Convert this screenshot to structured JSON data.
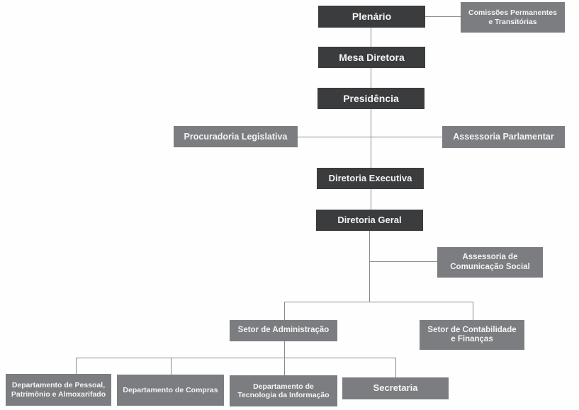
{
  "diagram": {
    "type": "org-chart",
    "colors": {
      "primary_box": "#3b3c3e",
      "secondary_box": "#7b7d80",
      "connector": "#8a8a8a",
      "text": "#f4f4f4"
    },
    "nodes": [
      {
        "id": "plenario",
        "label": "Plenário",
        "style": "dark",
        "parent": null
      },
      {
        "id": "comissoes",
        "label": "Comissões Permanentes\ne Transitórias",
        "style": "light",
        "parent": "plenario"
      },
      {
        "id": "mesa",
        "label": "Mesa Diretora",
        "style": "dark",
        "parent": "plenario"
      },
      {
        "id": "presidencia",
        "label": "Presidência",
        "style": "dark",
        "parent": "mesa"
      },
      {
        "id": "procuradoria",
        "label": "Procuradoria Legislativa",
        "style": "light",
        "parent": "presidencia"
      },
      {
        "id": "assessoria_parl",
        "label": "Assessoria Parlamentar",
        "style": "light",
        "parent": "presidencia"
      },
      {
        "id": "dir_exec",
        "label": "Diretoria Executiva",
        "style": "dark",
        "parent": "presidencia"
      },
      {
        "id": "dir_geral",
        "label": "Diretoria Geral",
        "style": "dark",
        "parent": "dir_exec"
      },
      {
        "id": "ass_com",
        "label": "Assessoria de\nComunicação Social",
        "style": "light",
        "parent": "dir_geral"
      },
      {
        "id": "setor_adm",
        "label": "Setor de Administração",
        "style": "light",
        "parent": "dir_geral"
      },
      {
        "id": "setor_cont",
        "label": "Setor de Contabilidade\ne Finanças",
        "style": "light",
        "parent": "dir_geral"
      },
      {
        "id": "dep_pessoal",
        "label": "Departamento de Pessoal,\nPatrimônio e Almoxarifado",
        "style": "light",
        "parent": "setor_adm"
      },
      {
        "id": "dep_compras",
        "label": "Departamento de Compras",
        "style": "light",
        "parent": "setor_adm"
      },
      {
        "id": "dep_ti",
        "label": "Departamento de\nTecnologia da Informação",
        "style": "light",
        "parent": "setor_adm"
      },
      {
        "id": "secretaria",
        "label": "Secretaria",
        "style": "light",
        "parent": "setor_adm"
      }
    ]
  }
}
